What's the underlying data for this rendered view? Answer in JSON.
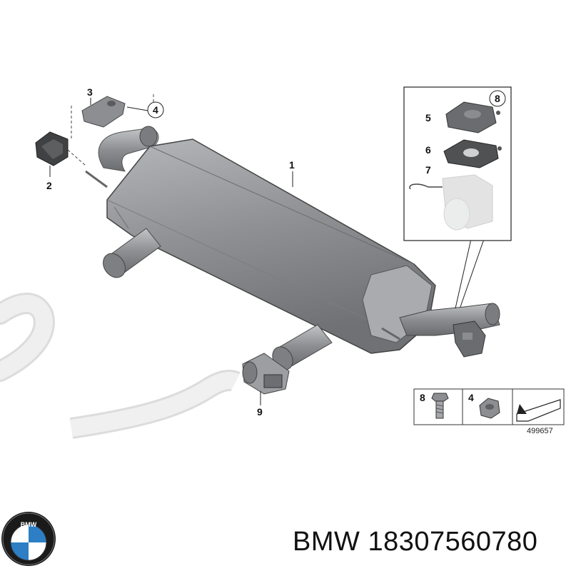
{
  "callouts": {
    "muffler": "1",
    "damper": "2",
    "bracket": "3",
    "nut_ref": "4",
    "actuator": "5",
    "gasket": "6",
    "clip": "7",
    "screw_ref": "8",
    "clamp": "9"
  },
  "legend": {
    "screw_num": "8",
    "nut_num": "4",
    "diagram_id": "499657"
  },
  "footer": {
    "brand": "BMW",
    "part_number": "18307560780",
    "logo_text": "BMW"
  },
  "colors": {
    "muffler_body": "#8f9194",
    "pipe": "#a4a6a9",
    "part_dark": "#555759",
    "hose": "#ebebeb",
    "logo_blue": "#2d7ec4"
  }
}
